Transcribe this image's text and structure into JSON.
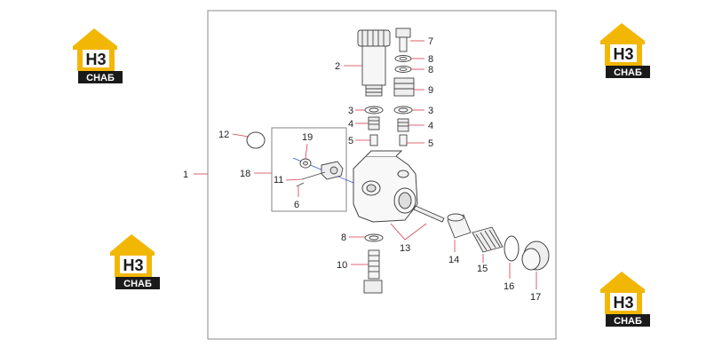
{
  "logo": {
    "letters": "H3",
    "caption": "СНАБ",
    "accent": "#F2B705",
    "dark": "#1a1a1a"
  },
  "diagram": {
    "callouts": [
      "1",
      "2",
      "3",
      "4",
      "5",
      "7",
      "8",
      "8",
      "9",
      "3",
      "4",
      "5",
      "12",
      "19",
      "18",
      "11",
      "6",
      "8",
      "10",
      "13",
      "14",
      "15",
      "16",
      "17"
    ]
  },
  "colors": {
    "leader": "#d23a4a",
    "part_line": "#444444",
    "frame": "#888888",
    "blue_line": "#3a56c8"
  }
}
